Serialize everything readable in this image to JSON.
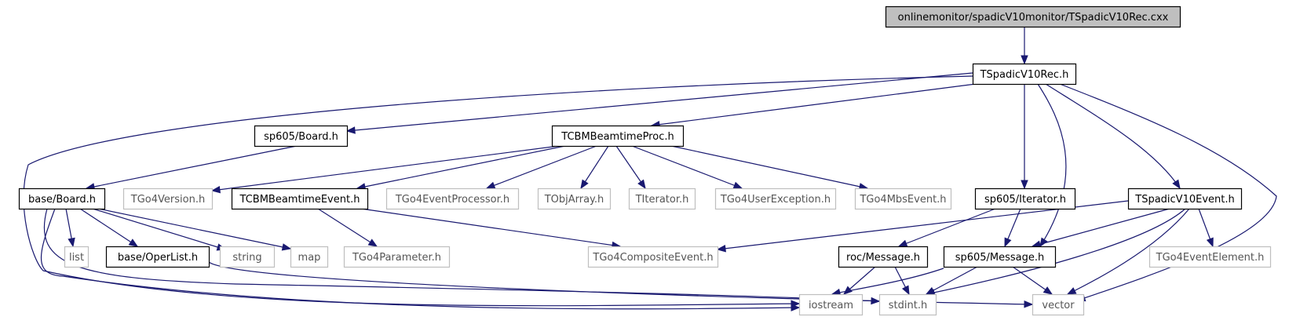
{
  "graph": {
    "colors": {
      "edge": "#191970",
      "root_fill": "#bfbfbf",
      "internal_border": "#000000",
      "external_border": "#bfbfbf",
      "external_text": "#555555"
    },
    "nodes": [
      {
        "id": "root",
        "label": "onlinemonitor/spadicV10monitor/TSpadicV10Rec.cxx",
        "kind": "root"
      },
      {
        "id": "rec_h",
        "label": "TSpadicV10Rec.h",
        "kind": "internal"
      },
      {
        "id": "sp605_board",
        "label": "sp605/Board.h",
        "kind": "internal"
      },
      {
        "id": "tcbm_proc",
        "label": "TCBMBeamtimeProc.h",
        "kind": "internal"
      },
      {
        "id": "base_board",
        "label": "base/Board.h",
        "kind": "internal"
      },
      {
        "id": "tgo4version",
        "label": "TGo4Version.h",
        "kind": "external"
      },
      {
        "id": "tcbm_event",
        "label": "TCBMBeamtimeEvent.h",
        "kind": "internal"
      },
      {
        "id": "tgo4evproc",
        "label": "TGo4EventProcessor.h",
        "kind": "external"
      },
      {
        "id": "tobjarray",
        "label": "TObjArray.h",
        "kind": "external"
      },
      {
        "id": "titerator",
        "label": "TIterator.h",
        "kind": "external"
      },
      {
        "id": "tgo4userexc",
        "label": "TGo4UserException.h",
        "kind": "external"
      },
      {
        "id": "tgo4mbs",
        "label": "TGo4MbsEvent.h",
        "kind": "external"
      },
      {
        "id": "sp605_iter",
        "label": "sp605/Iterator.h",
        "kind": "internal"
      },
      {
        "id": "tspadic_event",
        "label": "TSpadicV10Event.h",
        "kind": "internal"
      },
      {
        "id": "list",
        "label": "list",
        "kind": "external"
      },
      {
        "id": "operlist",
        "label": "base/OperList.h",
        "kind": "internal"
      },
      {
        "id": "string",
        "label": "string",
        "kind": "external"
      },
      {
        "id": "map",
        "label": "map",
        "kind": "external"
      },
      {
        "id": "tgo4param",
        "label": "TGo4Parameter.h",
        "kind": "external"
      },
      {
        "id": "tgo4comp",
        "label": "TGo4CompositeEvent.h",
        "kind": "external"
      },
      {
        "id": "roc_msg",
        "label": "roc/Message.h",
        "kind": "internal"
      },
      {
        "id": "sp605_msg",
        "label": "sp605/Message.h",
        "kind": "internal"
      },
      {
        "id": "tgo4evel",
        "label": "TGo4EventElement.h",
        "kind": "external"
      },
      {
        "id": "iostream",
        "label": "iostream",
        "kind": "external"
      },
      {
        "id": "stdint",
        "label": "stdint.h",
        "kind": "external"
      },
      {
        "id": "vector",
        "label": "vector",
        "kind": "external"
      }
    ],
    "edges": [
      [
        "root",
        "rec_h"
      ],
      [
        "rec_h",
        "sp605_board"
      ],
      [
        "rec_h",
        "tcbm_proc"
      ],
      [
        "rec_h",
        "sp605_iter"
      ],
      [
        "rec_h",
        "sp605_msg"
      ],
      [
        "rec_h",
        "tspadic_event"
      ],
      [
        "rec_h",
        "vector"
      ],
      [
        "rec_h",
        "iostream"
      ],
      [
        "sp605_board",
        "base_board"
      ],
      [
        "tcbm_proc",
        "tgo4version"
      ],
      [
        "tcbm_proc",
        "tcbm_event"
      ],
      [
        "tcbm_proc",
        "tgo4evproc"
      ],
      [
        "tcbm_proc",
        "tobjarray"
      ],
      [
        "tcbm_proc",
        "titerator"
      ],
      [
        "tcbm_proc",
        "tgo4userexc"
      ],
      [
        "tcbm_proc",
        "tgo4mbs"
      ],
      [
        "base_board",
        "list"
      ],
      [
        "base_board",
        "operlist"
      ],
      [
        "base_board",
        "string"
      ],
      [
        "base_board",
        "map"
      ],
      [
        "base_board",
        "iostream"
      ],
      [
        "base_board",
        "stdint"
      ],
      [
        "operlist",
        "vector"
      ],
      [
        "tcbm_event",
        "tgo4param"
      ],
      [
        "tcbm_event",
        "tgo4comp"
      ],
      [
        "sp605_iter",
        "roc_msg"
      ],
      [
        "sp605_iter",
        "sp605_msg"
      ],
      [
        "tspadic_event",
        "tgo4comp"
      ],
      [
        "tspadic_event",
        "sp605_msg"
      ],
      [
        "tspadic_event",
        "tgo4evel"
      ],
      [
        "tspadic_event",
        "stdint"
      ],
      [
        "tspadic_event",
        "vector"
      ],
      [
        "roc_msg",
        "iostream"
      ],
      [
        "roc_msg",
        "stdint"
      ],
      [
        "sp605_msg",
        "iostream"
      ],
      [
        "sp605_msg",
        "stdint"
      ],
      [
        "sp605_msg",
        "vector"
      ]
    ]
  }
}
